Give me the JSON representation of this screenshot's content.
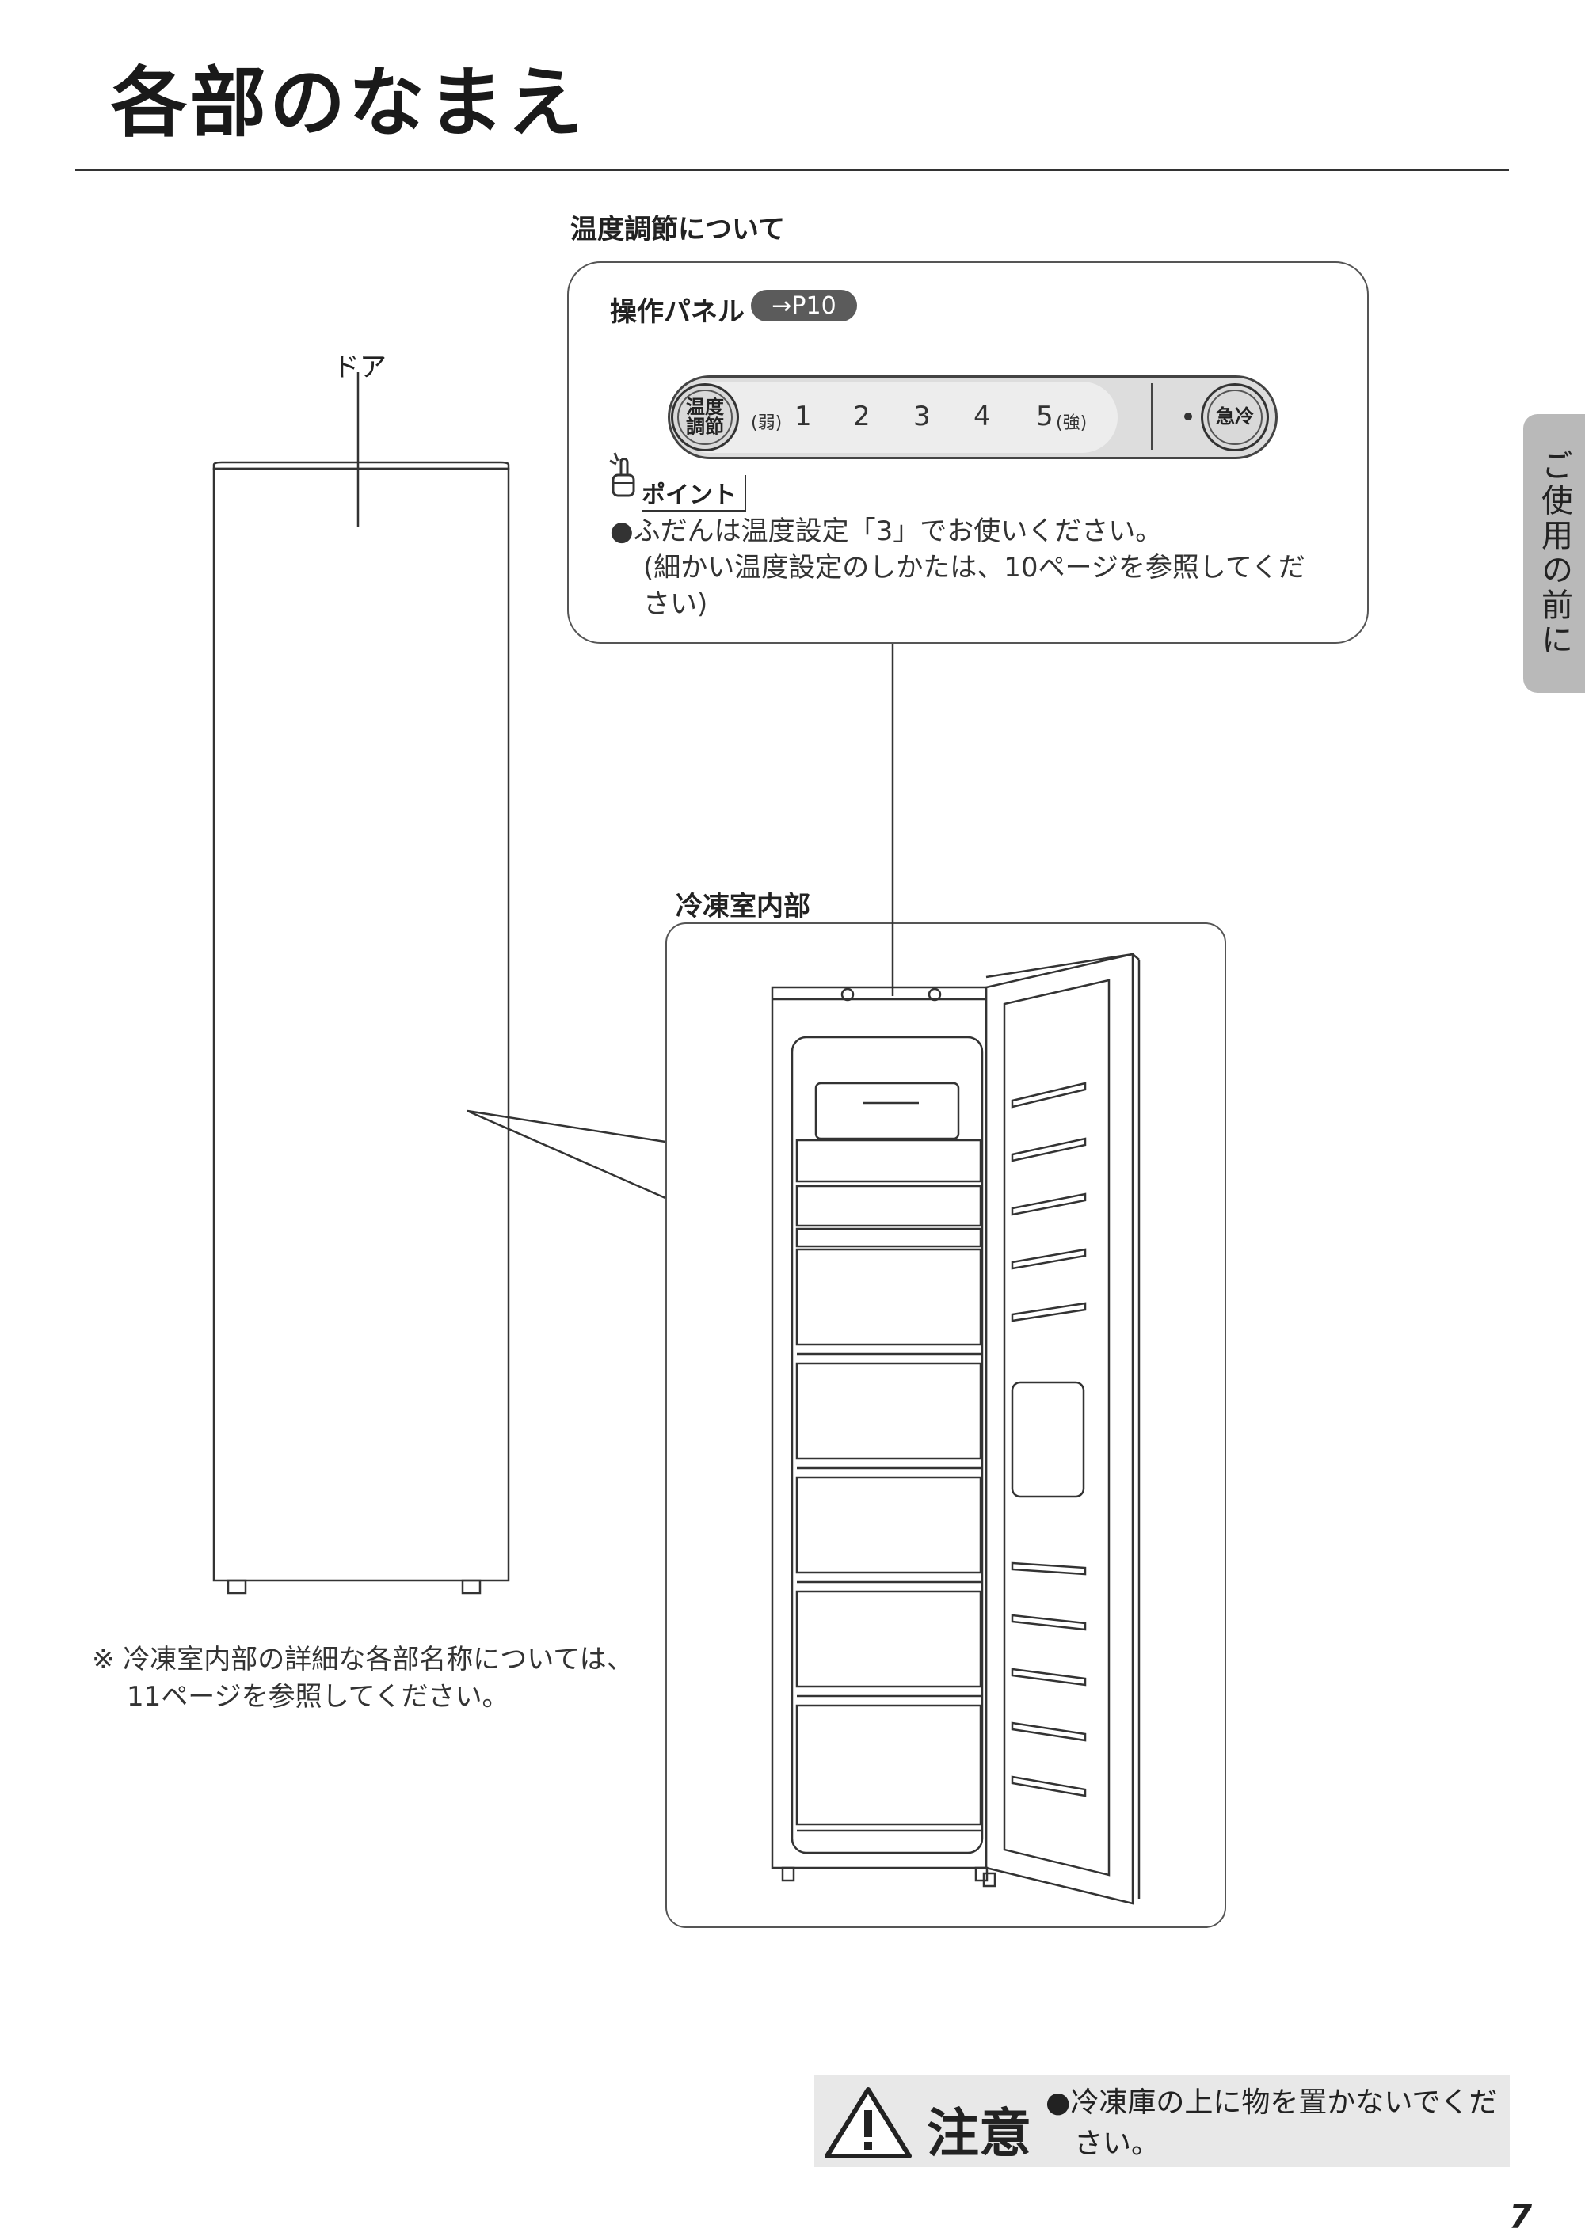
{
  "page": {
    "title": "各部のなまえ",
    "side_tab": "ご使用の前に",
    "page_number": "7"
  },
  "door": {
    "label": "ドア"
  },
  "temperature": {
    "heading": "温度調節について",
    "panel_label": "操作パネル",
    "ref": "→P10",
    "temp_button": "温度調節",
    "weak": "(弱)",
    "strong": "(強)",
    "levels": [
      "1",
      "2",
      "3",
      "4",
      "5"
    ],
    "quick_freeze": "急冷",
    "point_label": "ポイント",
    "point_line1": "●ふだんは温度設定「3」でお使いください。",
    "point_line2": "(細かい温度設定のしかたは、10ページを参照してくだ",
    "point_line3": "さい)"
  },
  "freezer": {
    "label": "冷凍室内部"
  },
  "note": {
    "line1": "※ 冷凍室内部の詳細な各部名称については、",
    "line2": "11ページを参照してください。"
  },
  "caution": {
    "word": "注意",
    "line1": "●冷凍庫の上に物を置かないでくだ",
    "line2": "さい。"
  }
}
